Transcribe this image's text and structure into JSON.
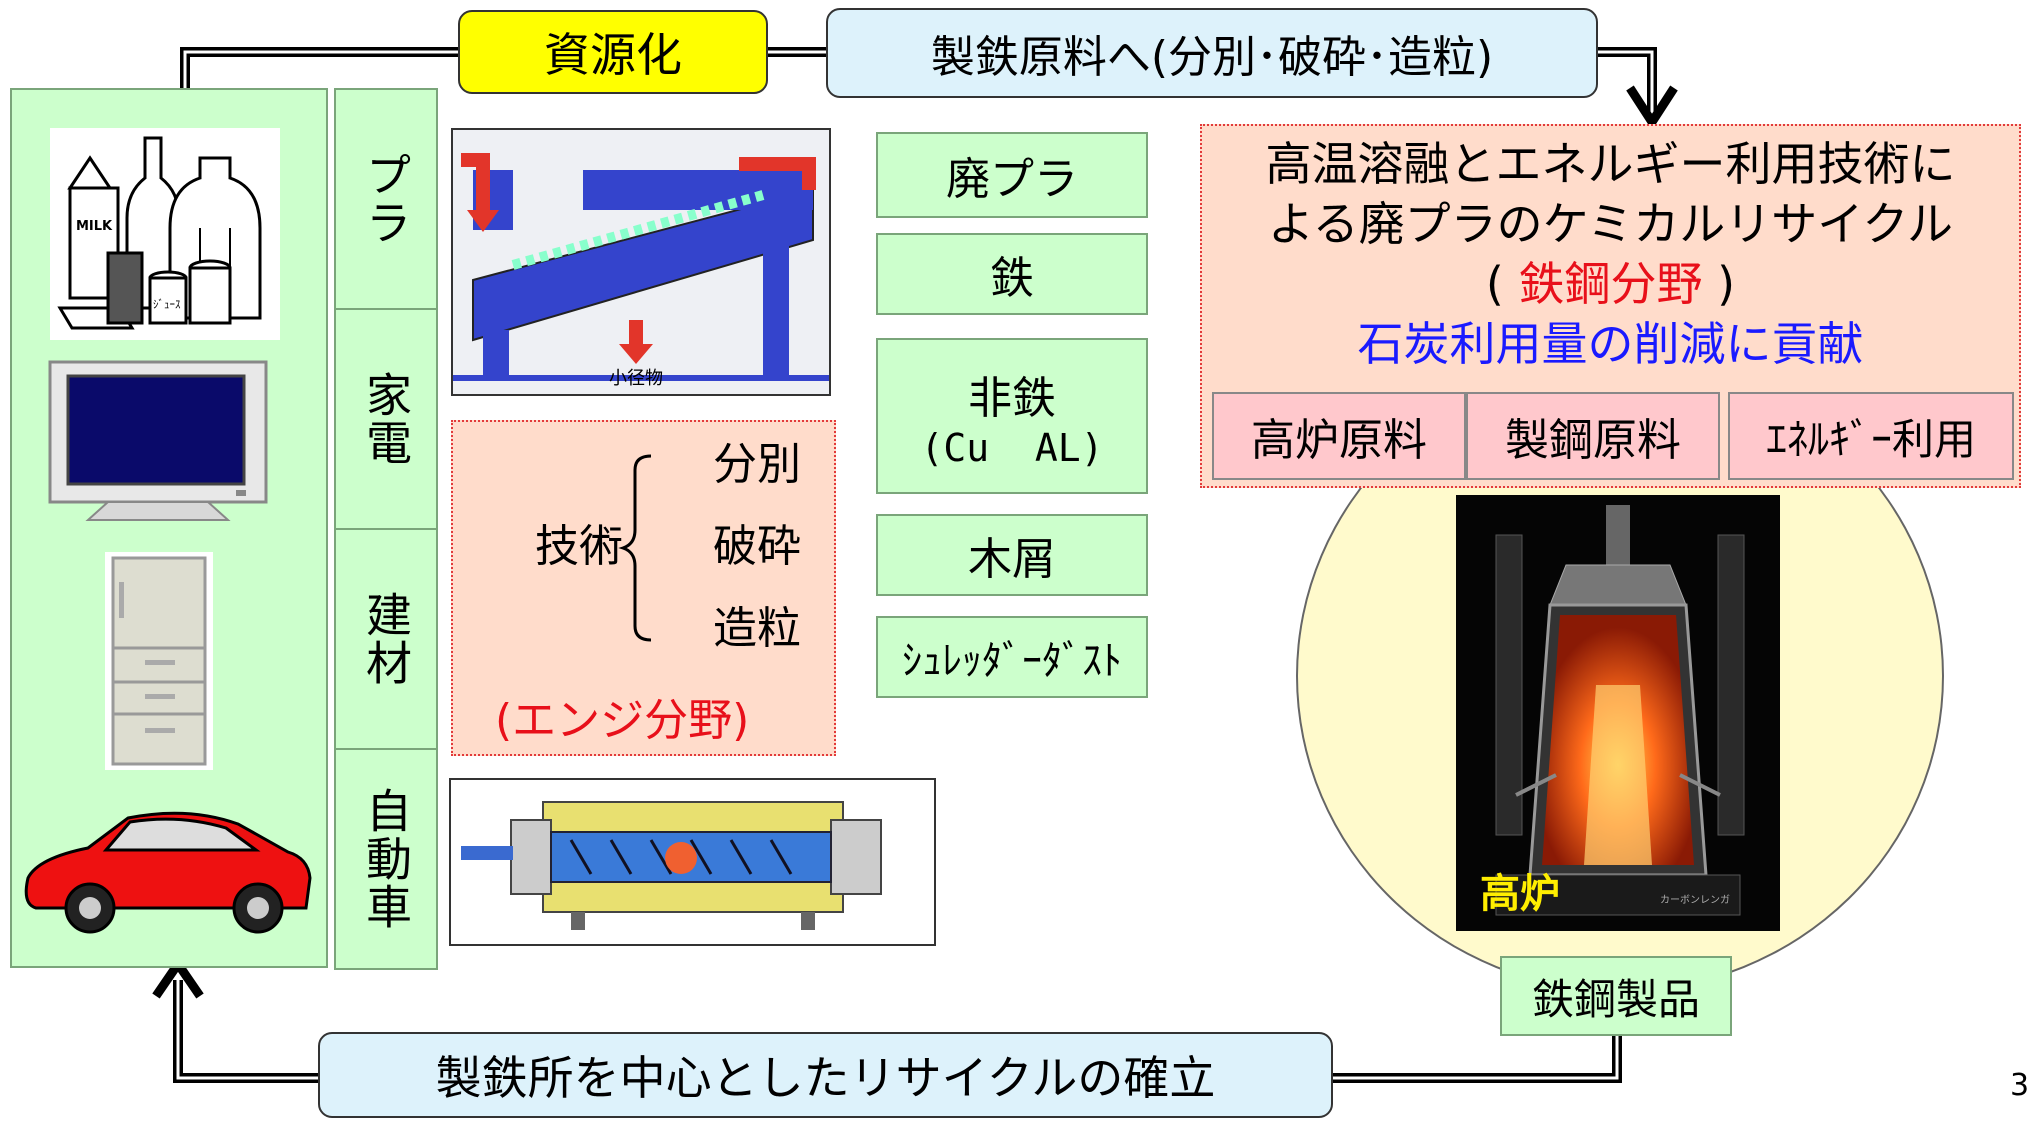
{
  "top": {
    "resource_label": "資源化",
    "raw_material_label": "製鉄原料へ(分別･破砕･造粒)"
  },
  "categories": [
    "プラ",
    "家電",
    "建材",
    "自動車"
  ],
  "products": {
    "milk_label": "MILK",
    "juice_label": "ｼﾞｭｰｽ"
  },
  "sorter": {
    "small_label": "小径物"
  },
  "tech": {
    "label": "技術",
    "items": [
      "分別",
      "破砕",
      "造粒"
    ],
    "field": "(エンジ分野)",
    "field_color": "#e8101a"
  },
  "materials": [
    {
      "label": "廃プラ",
      "sub": ""
    },
    {
      "label": "鉄",
      "sub": ""
    },
    {
      "label": "非鉄",
      "sub": "(Cu  AL)"
    },
    {
      "label": "木屑",
      "sub": ""
    },
    {
      "label": "ｼｭﾚｯﾀﾞｰﾀﾞｽﾄ",
      "sub": ""
    }
  ],
  "chemical": {
    "line1": "高温溶融とエネルギー利用技術に",
    "line2": "よる廃プラのケミカルリサイクル",
    "paren_open": "(",
    "field": "鉄鋼分野",
    "paren_close": ")",
    "contribution": "石炭利用量の削減に貢献",
    "field_color": "#e8101a",
    "contribution_color": "#1a1aff"
  },
  "uses": [
    "高炉原料",
    "製鋼原料",
    "ｴﾈﾙｷﾞｰ利用"
  ],
  "furnace": {
    "label": "高炉",
    "label_color": "#ffee00",
    "tag": "カーボンレンガ"
  },
  "steel_products": "鉄鋼製品",
  "bottom_banner": "製鉄所を中心としたリサイクルの確立",
  "page_number": "3",
  "colors": {
    "panel_green": "#ccffcc",
    "resource_yellow": "#ffff00",
    "banner_blue": "#ddf2fb",
    "peach": "#ffdccb",
    "pink": "#ffc8cc",
    "circle": "#fffacc"
  }
}
